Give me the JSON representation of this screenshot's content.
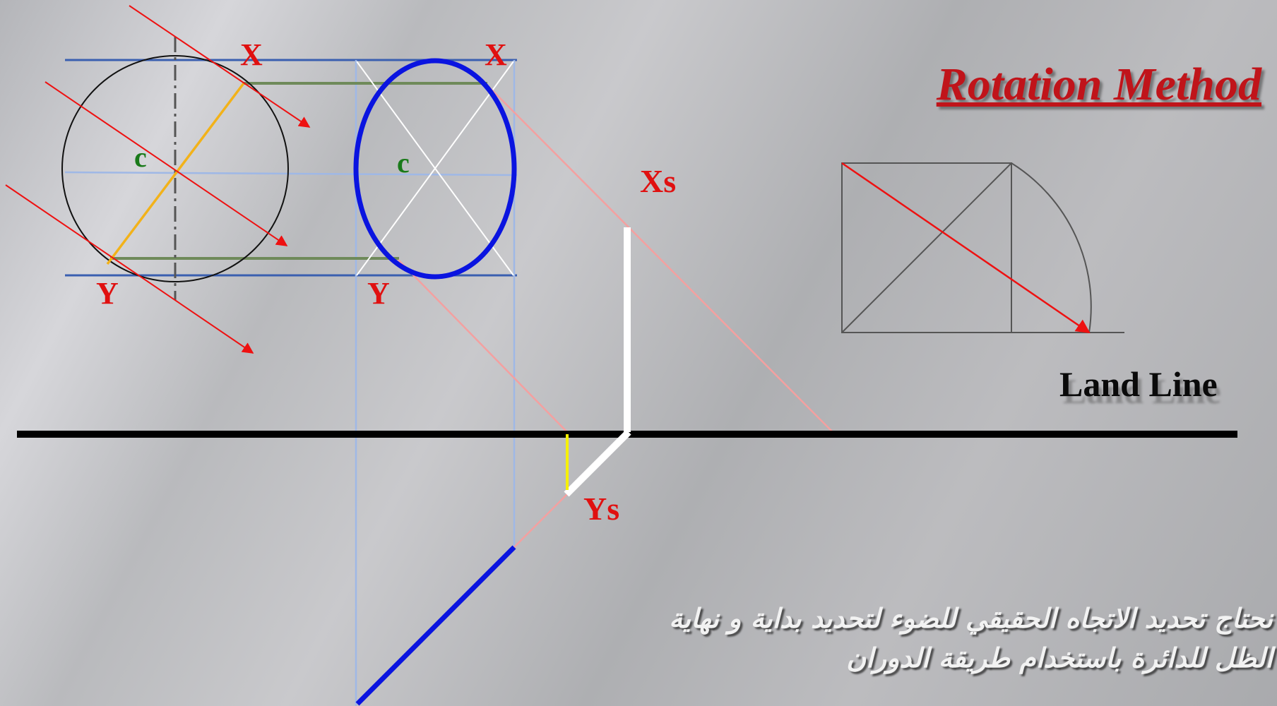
{
  "title": "Rotation Method",
  "land_line_label": "Land Line",
  "point_labels": {
    "x_plan": "X",
    "x_elev": "X",
    "y_plan": "Y",
    "y_elev": "Y",
    "c_plan": "c",
    "c_elev": "c",
    "xs": "Xs",
    "ys": "Ys"
  },
  "description_lines": [
    "نحتاج تحديد الاتجاه الحقيقي للضوء لتحديد بداية و نهاية",
    "الظل للدائرة باستخدام طريقة الدوران"
  ],
  "colors": {
    "label_red": "#e01010",
    "label_green": "#1a7a1a",
    "light_ray": "#ee1111",
    "ellipse_blue": "#0a14e0",
    "land_line": "#000000",
    "guide_blue": "#3a5fb0",
    "guide_light_blue": "#9fb8e6",
    "guide_green": "#6f8a5a",
    "diameter_orange": "#f2b21a",
    "shadow_ray_pink": "#f4a0a0",
    "shadow_white": "#ffffff",
    "shadow_yellow": "#f6f000"
  }
}
